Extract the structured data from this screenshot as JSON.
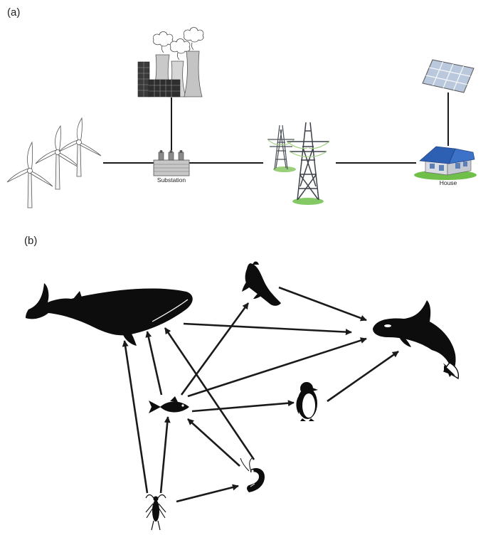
{
  "panel_a": {
    "label": "(a)",
    "nodes": {
      "wind_turbines": {
        "icon": "wind-turbine-icon"
      },
      "power_plant": {
        "icon": "factory-icon"
      },
      "substation": {
        "icon": "transformer-icon",
        "label": "Substation"
      },
      "pylons": {
        "icon": "transmission-tower-icon"
      },
      "house": {
        "icon": "house-icon",
        "label": "House"
      },
      "solar_panel": {
        "icon": "solar-panel-icon"
      }
    },
    "connections": [
      [
        "wind_turbines",
        "substation"
      ],
      [
        "power_plant",
        "substation"
      ],
      [
        "substation",
        "pylons"
      ],
      [
        "pylons",
        "house"
      ],
      [
        "solar_panel",
        "house"
      ]
    ]
  },
  "panel_b": {
    "label": "(b)",
    "nodes": {
      "whale": {
        "icon": "whale-icon"
      },
      "fish": {
        "icon": "fish-icon"
      },
      "seal": {
        "icon": "seal-icon"
      },
      "penguin": {
        "icon": "penguin-icon"
      },
      "orca": {
        "icon": "orca-icon"
      },
      "krill": {
        "icon": "krill-icon"
      },
      "shrimp": {
        "icon": "shrimp-icon"
      }
    },
    "arrows": [
      [
        "krill",
        "whale"
      ],
      [
        "krill",
        "fish"
      ],
      [
        "krill",
        "shrimp"
      ],
      [
        "fish",
        "whale"
      ],
      [
        "fish",
        "seal"
      ],
      [
        "fish",
        "penguin"
      ],
      [
        "fish",
        "orca"
      ],
      [
        "shrimp",
        "fish"
      ],
      [
        "shrimp",
        "whale"
      ],
      [
        "whale",
        "orca"
      ],
      [
        "seal",
        "orca"
      ],
      [
        "penguin",
        "orca"
      ]
    ]
  },
  "colors": {
    "line": "#1a1a1a",
    "silhouette": "#0d0d0d",
    "roof": "#2d5fb3",
    "wall": "#d9dce3",
    "grass": "#6fbf4a",
    "steel": "#4a4f57",
    "panel_blue": "#b9c8dc"
  }
}
